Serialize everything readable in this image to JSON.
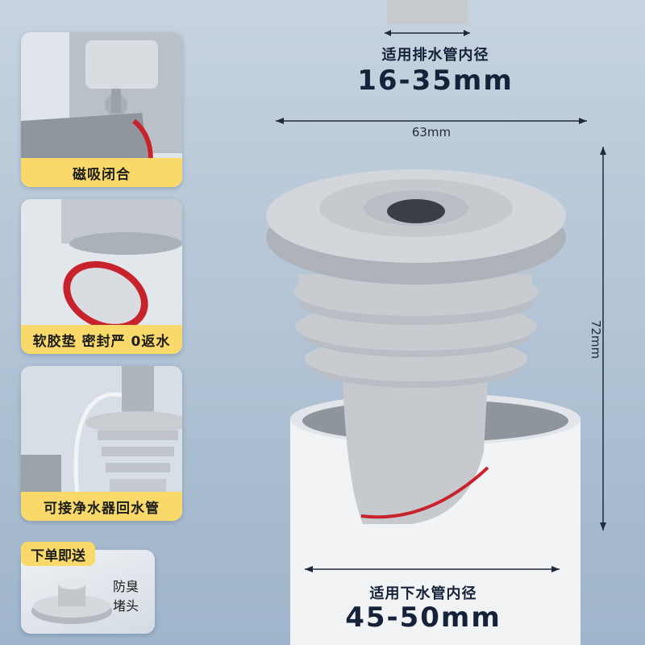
{
  "features": [
    {
      "label": "磁吸闭合",
      "icon": "magnet-closure-image"
    },
    {
      "label": "软胶垫 密封严 0返水",
      "icon": "rubber-gasket-image"
    },
    {
      "label": "可接净水器回水管",
      "icon": "purifier-hose-image"
    }
  ],
  "gift": {
    "tag": "下单即送",
    "text": "防臭堵头"
  },
  "top_spec": {
    "label": "适用排水管内径",
    "value": "16-35mm"
  },
  "bottom_spec": {
    "label": "适用下水管内径",
    "value": "45-50mm"
  },
  "dimensions": {
    "width": "63mm",
    "height": "72mm"
  },
  "colors": {
    "label_bg": "#f8d96a",
    "text_dark": "#15223a",
    "seal_red": "#c8232c",
    "product_gray": "#c9ccd1"
  }
}
